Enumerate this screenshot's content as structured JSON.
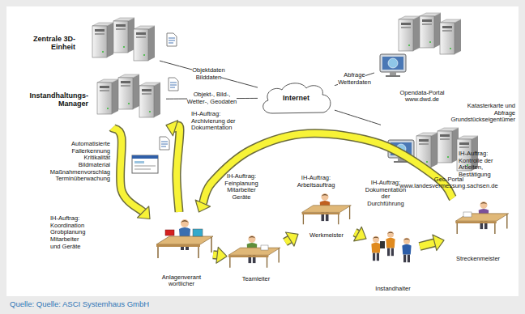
{
  "diagram": {
    "caption": "Quelle: Quelle: ASCI Systemhaus GmbH",
    "nodes": [
      {
        "text": [
          "Zentrale 3D- Einheit"
        ]
      },
      {
        "text": [
          "Instandhaltungs- Manager"
        ]
      },
      {
        "text": [
          "Internet"
        ]
      },
      {
        "text": [
          "Opendata-Portal",
          "www.dwd.de"
        ]
      },
      {
        "text": [
          "Katasterkarte und Abfrage Grundstückseigentümer",
          "Geo-Portal",
          "www.landesvermessung.sachsen.de"
        ]
      },
      {
        "text": [
          "Anlagenverant wortlicher"
        ]
      },
      {
        "text": [
          "Teamleiter"
        ]
      },
      {
        "text": [
          "Werkmeister"
        ]
      },
      {
        "text": [
          "Instandhalter"
        ]
      },
      {
        "text": [
          "Streckenmeister"
        ]
      }
    ],
    "edges": [
      {
        "from": 0,
        "to": 2,
        "label": "Objektdaten Bilddaten",
        "arrow": "none"
      },
      {
        "from": 1,
        "to": 2,
        "label": "Objekt-, Bild-, Wetter-, Geodaten",
        "arrow": "none"
      },
      {
        "from": 2,
        "to": 3,
        "label": "Abfrage Wetterdaten",
        "arrow": "none"
      },
      {
        "from": 2,
        "to": 4,
        "arrow": "none"
      },
      {
        "from": 1,
        "to": 5,
        "arrow": "to"
      },
      {
        "from": 5,
        "to": 6,
        "arrow": "to"
      },
      {
        "from": 6,
        "to": 7,
        "arrow": "to"
      },
      {
        "from": 7,
        "to": 8,
        "arrow": "to"
      },
      {
        "from": 8,
        "to": 9,
        "arrow": "to"
      },
      {
        "from": 9,
        "to": 5,
        "arrow": "to"
      },
      {
        "from": 5,
        "to": 1,
        "arrow": "to"
      }
    ],
    "labels": [
      "Automatisierte Fallerkennung Kritikalität Bildmaterial Maßnahmenvorschlag Terminüberwachung",
      "IH-Auftrag: Koordination Grobplanung Mitarbeiter und Geräte",
      "IH-Auftrag: Archivierung der Dokumentation",
      "IH-Auftrag: Feinplanung Mitarbeiter Geräte",
      "IH-Auftrag: Arbeitsauftrag",
      "IH-Auftrag: Dokumentation der Durchführung",
      "IH-Auftrag: Kontrolle der Arbeiten, Bestätigung"
    ]
  }
}
